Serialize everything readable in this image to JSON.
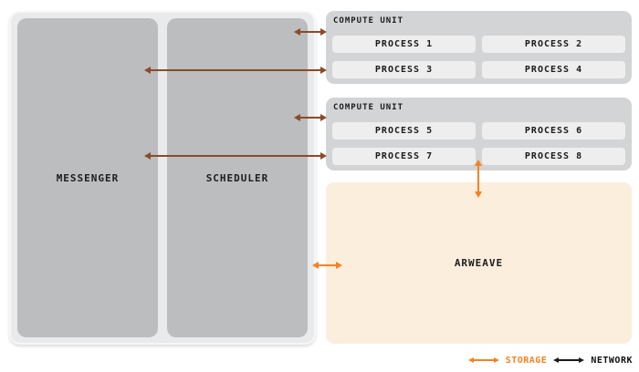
{
  "diagram": {
    "core": {
      "messenger_label": "MESSENGER",
      "scheduler_label": "SCHEDULER"
    },
    "compute_units": [
      {
        "label": "COMPUTE UNIT",
        "processes": [
          "PROCESS 1",
          "PROCESS 2",
          "PROCESS 3",
          "PROCESS 4"
        ]
      },
      {
        "label": "COMPUTE UNIT",
        "processes": [
          "PROCESS 5",
          "PROCESS 6",
          "PROCESS 7",
          "PROCESS 8"
        ]
      }
    ],
    "arweave": {
      "label": "ARWEAVE"
    },
    "legend": {
      "storage_label": "STORAGE",
      "network_label": "NETWORK"
    },
    "colors": {
      "storage_accent": "#f58220",
      "network_line": "#8a4a2b",
      "legend_network": "#1a1a1a",
      "arweave_bg": "#fbeedd",
      "panel_gray": "#bcbdbf",
      "compute_unit_gray": "#d3d4d5"
    }
  }
}
